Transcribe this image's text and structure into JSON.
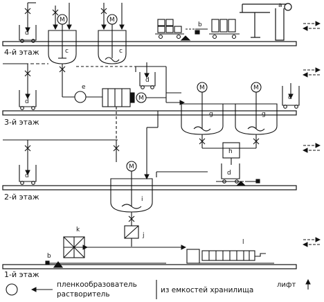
{
  "floors": {
    "f4": "4-й этаж",
    "f3": "3-й этаж",
    "f2": "2-й этаж",
    "f1": "1-й этаж"
  },
  "labels": {
    "a": "a",
    "b": "b",
    "c": "c",
    "d": "d",
    "e": "e",
    "g": "g",
    "h": "h",
    "i": "i",
    "j": "j",
    "k": "k",
    "l": "l",
    "M": "M"
  },
  "lift": "лифт",
  "legend": {
    "film_former": "пленкообразователь",
    "solvent": "растворитель",
    "source": "из емкостей хранилища"
  }
}
